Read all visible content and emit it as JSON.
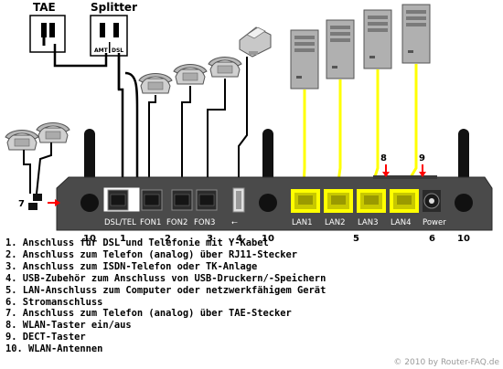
{
  "top_labels": {
    "tae": "TAE",
    "splitter": "Splitter",
    "amt": "AMT",
    "dsl": "DSL"
  },
  "port_labels": {
    "dsl_tel": "DSL/TEL",
    "fon1": "FON1",
    "fon2": "FON2",
    "fon3": "FON3",
    "usb_symbol": "⭠",
    "lan1": "LAN1",
    "lan2": "LAN2",
    "lan3": "LAN3",
    "lan4": "LAN4",
    "power": "Power"
  },
  "callouts": {
    "n10_left": "10",
    "n1": "1",
    "n2": "2",
    "n3": "3",
    "n4": "4",
    "n10_mid": "10",
    "n5": "5",
    "n6": "6",
    "n10_right": "10",
    "n7": "7",
    "n8": "8",
    "n9": "9"
  },
  "legend": [
    "1. Anschluss für DSL und Telefonie mit Y-Kabel",
    "2. Anschluss zum Telefon (analog) über  RJ11-Stecker",
    "3. Anschluss zum ISDN-Telefon oder TK-Anlage",
    "4. USB-Zubehör zum Anschluss von USB-Druckern/-Speichern",
    "5. LAN-Anschluss zum Computer oder netzwerkfähigem Gerät",
    "6. Stromanschluss",
    "7. Anschluss zum Telefon (analog) über TAE-Stecker",
    "8. WLAN-Taster ein/aus",
    "9. DECT-Taster",
    "10. WLAN-Antennen"
  ],
  "copyright": "© 2010 by Router-FAQ.de",
  "colors": {
    "router_body": "#4a4a4a",
    "lan_cable": "#ffff00",
    "lan_port": "#c8c800",
    "arrow": "#ff0000",
    "cable": "#000000"
  }
}
